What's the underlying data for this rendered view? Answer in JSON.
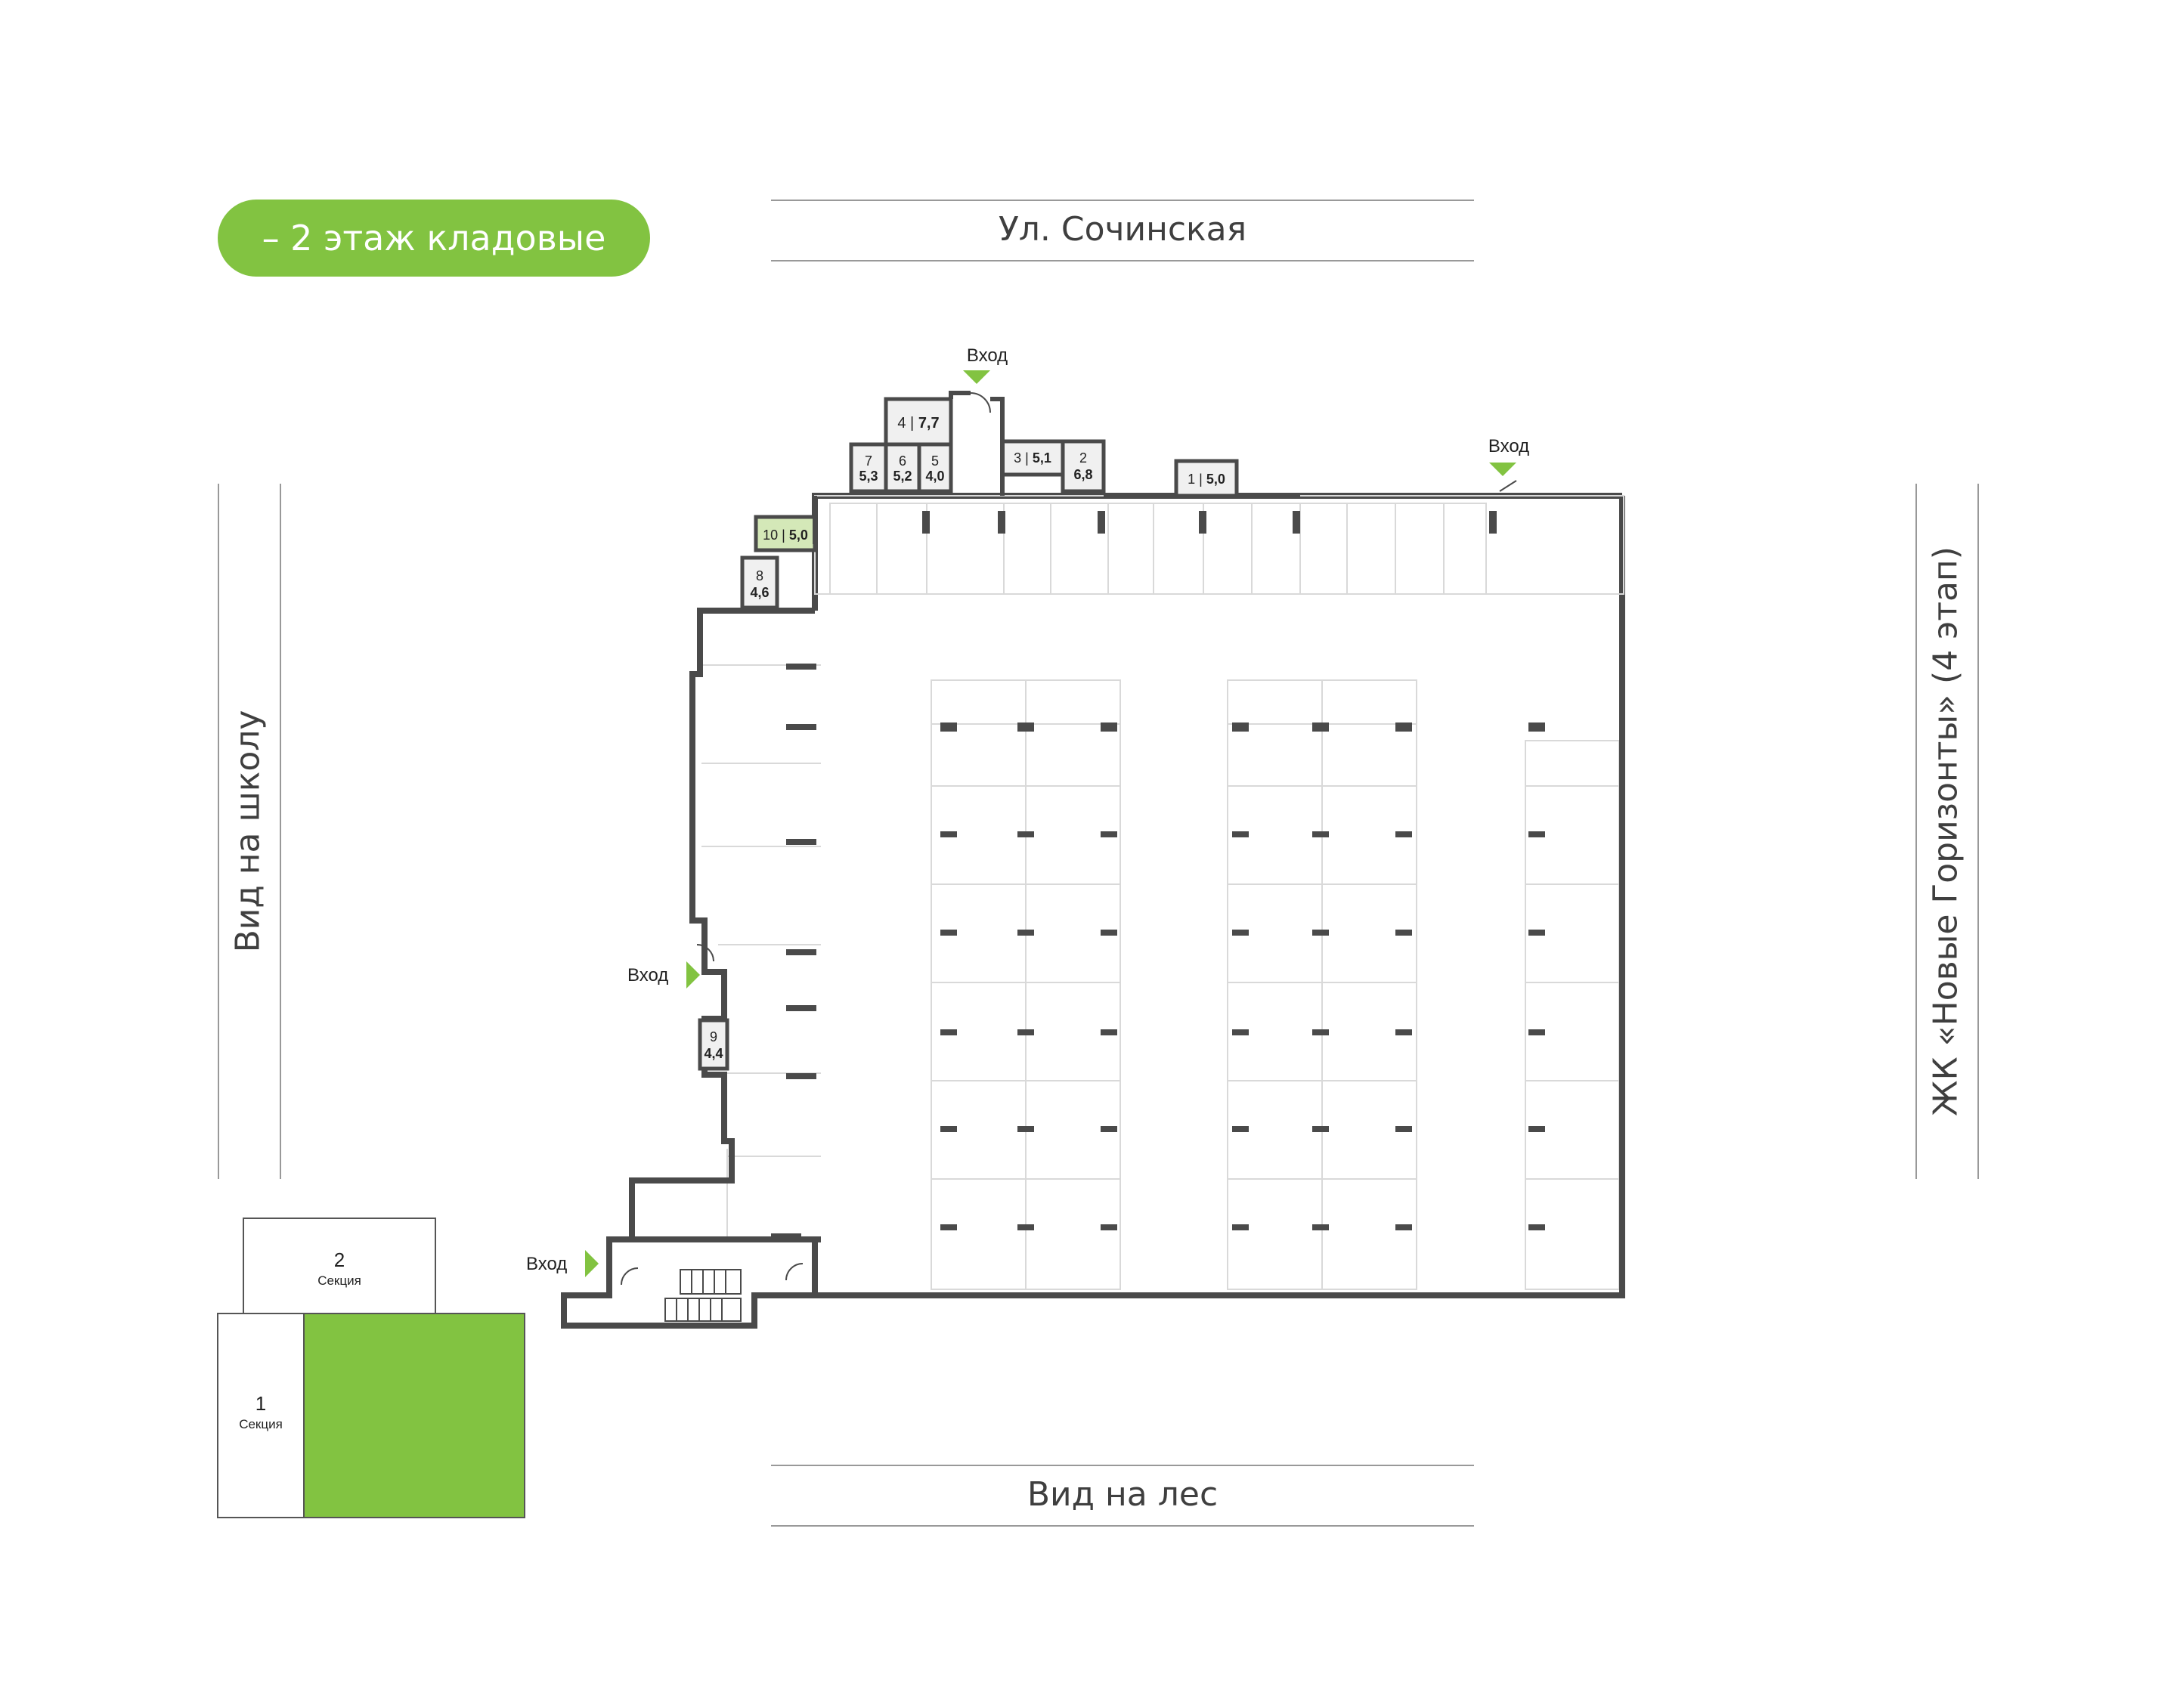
{
  "floor_label": "– 2 этаж кладовые",
  "streets": {
    "top": "Ул. Сочинская",
    "bottom": "Вид на лес",
    "left": "Вид на школу",
    "right": "ЖК «Новые Горизонты» (4 этап)"
  },
  "entrance_label": "Вход",
  "sections": [
    {
      "number": "2",
      "label": "Секция"
    },
    {
      "number": "1",
      "label": "Секция"
    }
  ],
  "storage_units": [
    {
      "number": "1",
      "area": "5,0",
      "highlighted": false
    },
    {
      "number": "2",
      "area": "6,8",
      "highlighted": false
    },
    {
      "number": "3",
      "area": "5,1",
      "highlighted": false
    },
    {
      "number": "4",
      "area": "7,7",
      "highlighted": false
    },
    {
      "number": "5",
      "area": "4,0",
      "highlighted": false
    },
    {
      "number": "6",
      "area": "5,2",
      "highlighted": false
    },
    {
      "number": "7",
      "area": "5,3",
      "highlighted": false
    },
    {
      "number": "8",
      "area": "4,6",
      "highlighted": false
    },
    {
      "number": "9",
      "area": "4,4",
      "highlighted": false
    },
    {
      "number": "10",
      "area": "5,0",
      "highlighted": true
    }
  ],
  "colors": {
    "accent": "#82c341",
    "highlight_fill": "#d4e8b8",
    "wall": "#4a4a4a",
    "thin_line": "#d9d9d9"
  }
}
